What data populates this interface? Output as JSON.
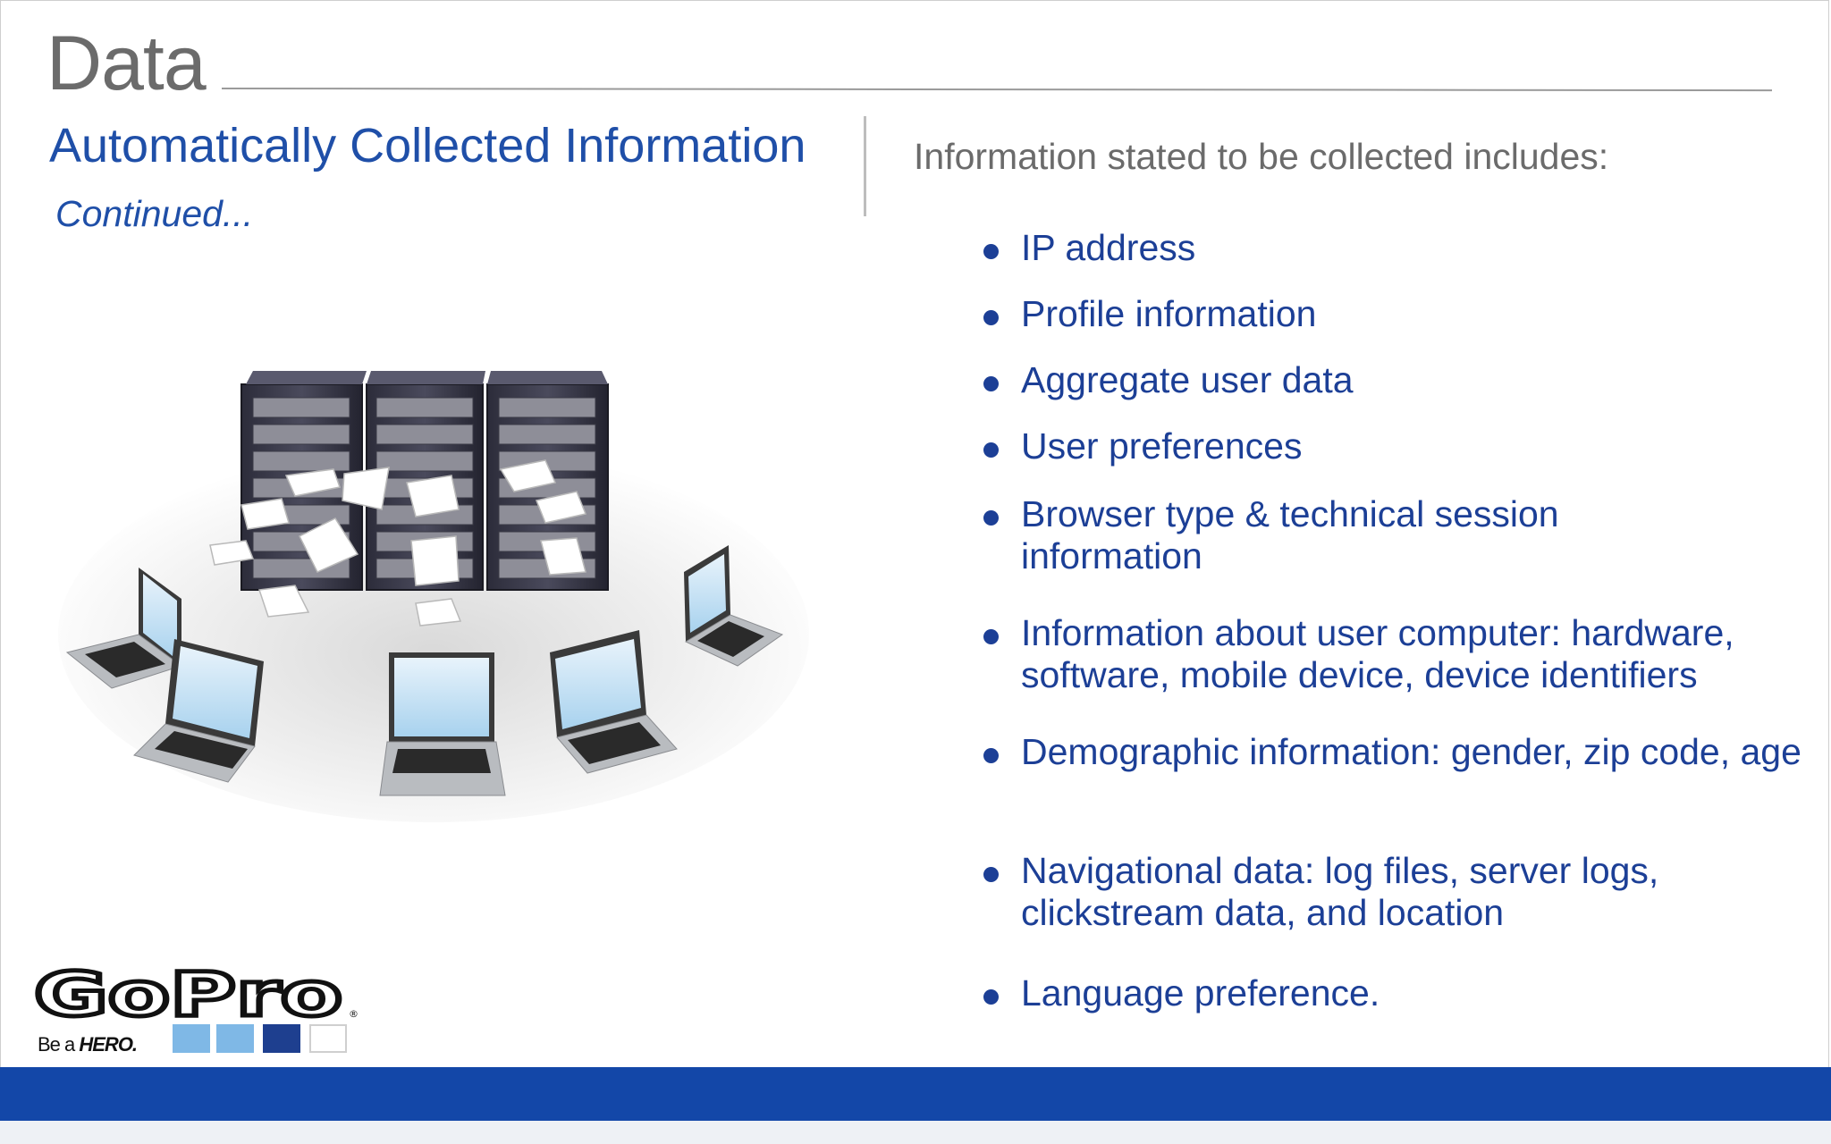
{
  "slide": {
    "title": "Data",
    "subtitle": "Automatically Collected Information",
    "continued": "Continued...",
    "intro": "Information stated to be collected includes:",
    "bullets": [
      "IP address",
      "Profile information",
      "Aggregate user data",
      "User preferences",
      "Browser type & technical session information",
      "Information about user computer: hardware, software, mobile device, device identifiers",
      "Demographic information: gender, zip code, age",
      "Navigational data: log files, server logs, clickstream data, and location",
      "Language preference."
    ]
  },
  "logo": {
    "wordmark": "GoPro",
    "registered": "®",
    "tagline_prefix": "Be a ",
    "tagline_hero": "HERO.",
    "swatch_colors": [
      "#7fb8e6",
      "#7fb8e6",
      "#1e3f8f",
      "#ffffff"
    ]
  },
  "colors": {
    "brand_blue": "#1347a8",
    "text_blue": "#1c3f96",
    "title_gray": "#6b6b6b"
  }
}
